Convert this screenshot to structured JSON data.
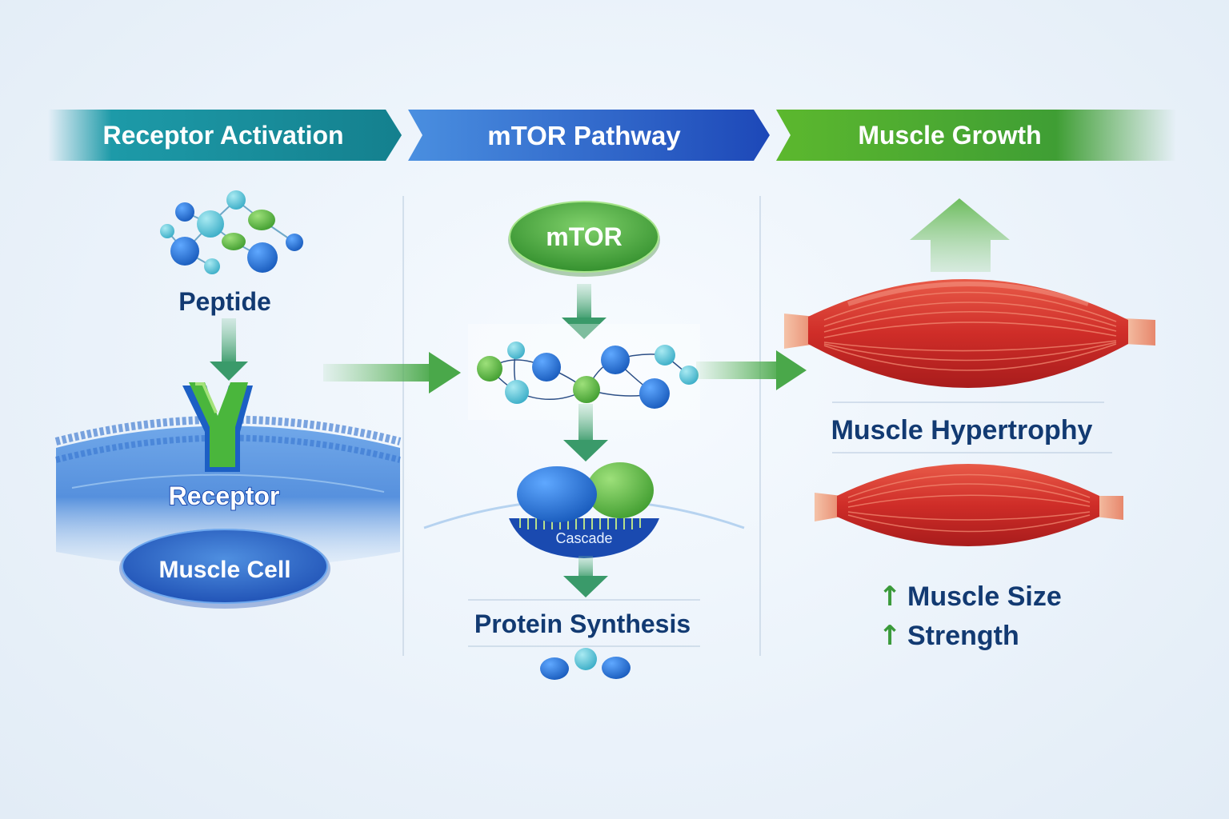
{
  "banners": {
    "receptor_activation": "Receptor Activation",
    "mtor_pathway": "mTOR Pathway",
    "muscle_growth": "Muscle Growth"
  },
  "left": {
    "peptide": "Peptide",
    "receptor": "Receptor",
    "muscle_cell": "Muscle Cell"
  },
  "middle": {
    "mtor": "mTOR",
    "cascade": "Cascade",
    "protein_synthesis": "Protein Synthesis"
  },
  "right": {
    "muscle_hypertrophy": "Muscle Hypertrophy",
    "muscle_size_arrow": "↑",
    "muscle_size": "Muscle Size",
    "strength_arrow": "↑",
    "strength": "Strength"
  },
  "colors": {
    "teal": "#1a9aa6",
    "blue": "#2a62c8",
    "green": "#4aa83a",
    "muscle_red": "#d0312d",
    "label_navy": "#123a72"
  }
}
